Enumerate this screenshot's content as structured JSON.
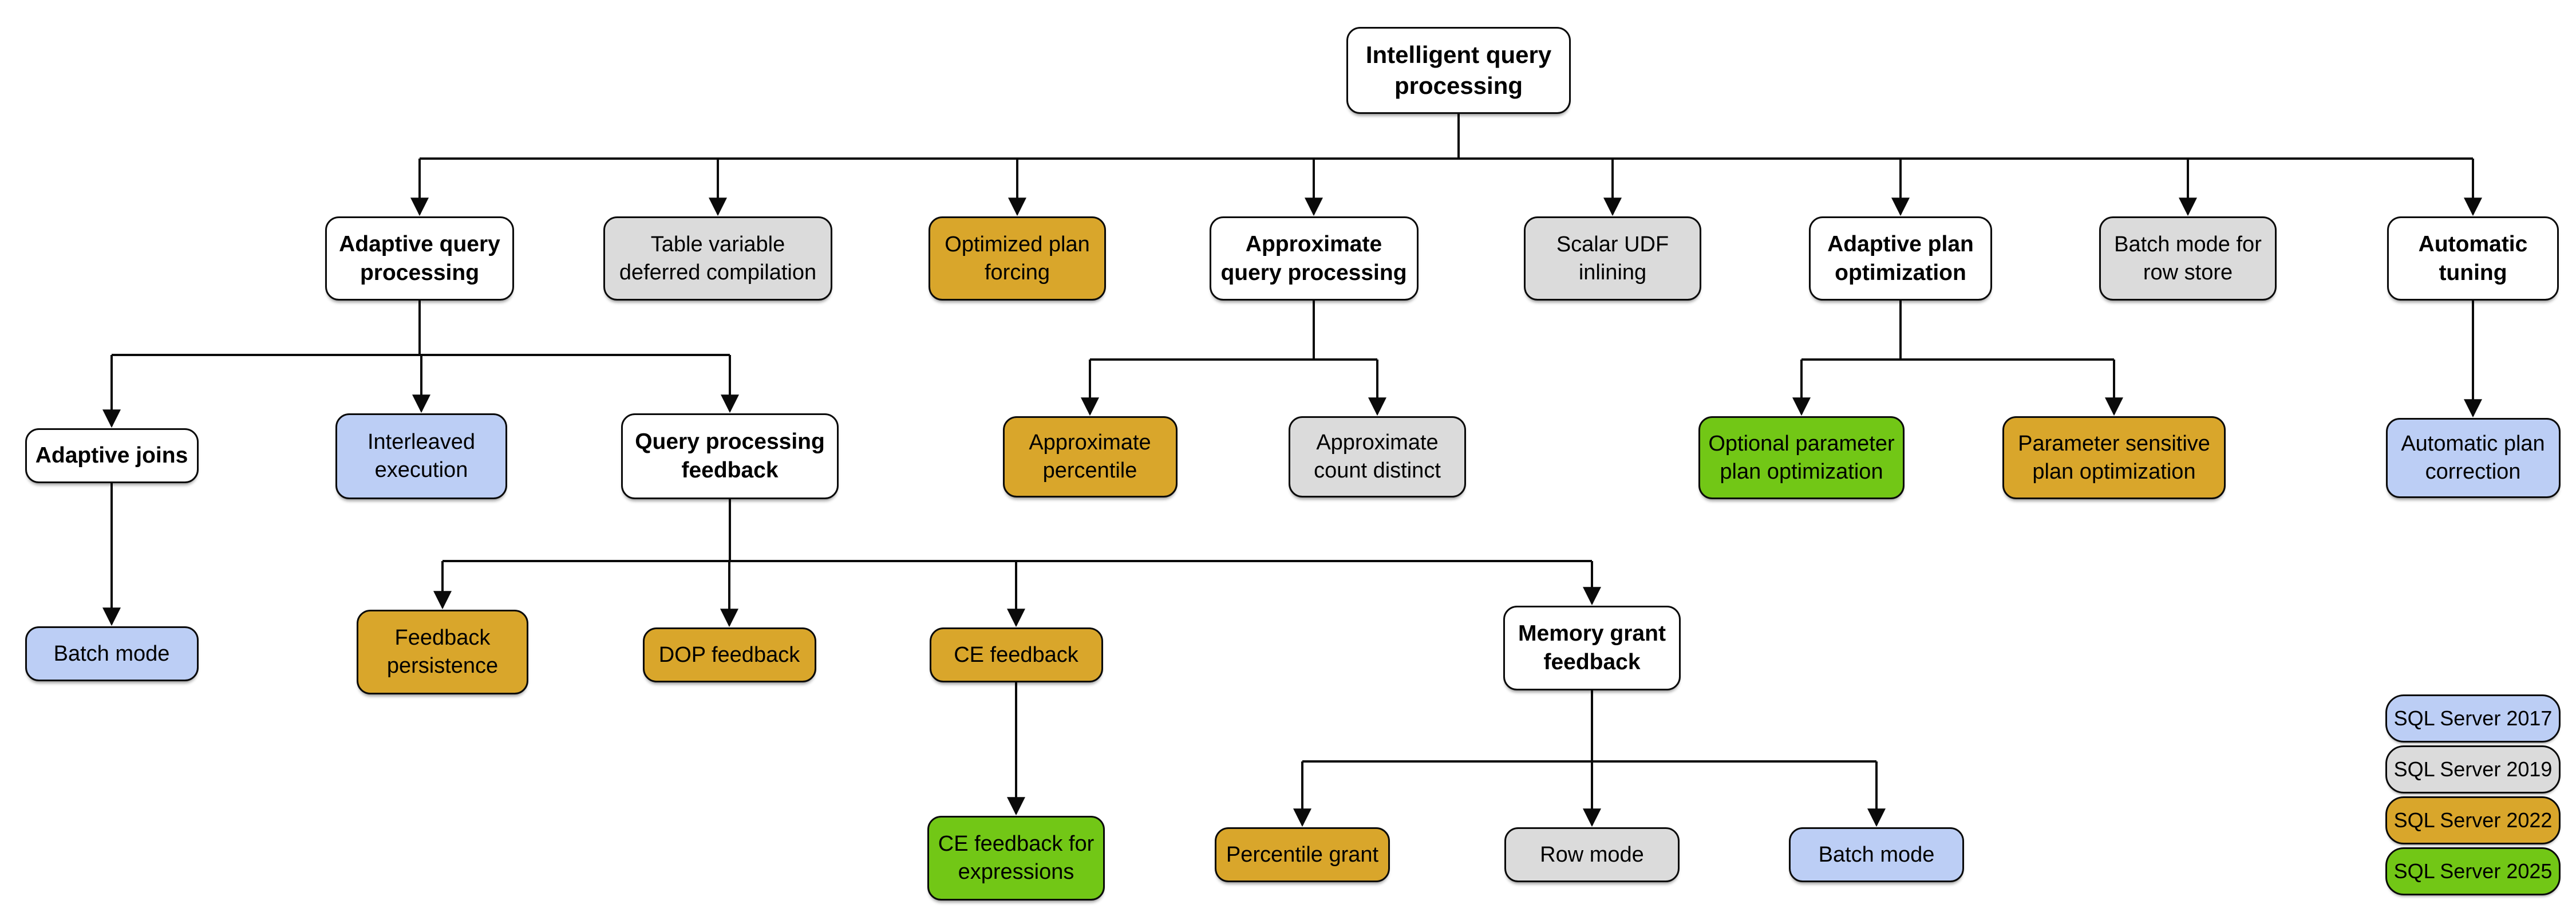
{
  "colors": {
    "neutral": "#FFFFFF",
    "sql2017": "#BCCEF5",
    "sql2019": "#DBDBDB",
    "sql2022": "#D9A62B",
    "sql2025": "#72C716",
    "line": "#0A0A0A",
    "text": "#000000"
  },
  "diagram": {
    "nodes": [
      {
        "id": "iqp",
        "label": "Intelligent query processing",
        "version": "neutral",
        "parent": null
      },
      {
        "id": "aqp",
        "label": "Adaptive query processing",
        "version": "neutral",
        "parent": "iqp"
      },
      {
        "id": "tvdc",
        "label": "Table variable deferred compilation",
        "version": "sql2019",
        "parent": "iqp"
      },
      {
        "id": "opf",
        "label": "Optimized plan forcing",
        "version": "sql2022",
        "parent": "iqp"
      },
      {
        "id": "axqp",
        "label": "Approximate query processing",
        "version": "neutral",
        "parent": "iqp"
      },
      {
        "id": "sui",
        "label": "Scalar UDF inlining",
        "version": "sql2019",
        "parent": "iqp"
      },
      {
        "id": "apo",
        "label": "Adaptive plan optimization",
        "version": "neutral",
        "parent": "iqp"
      },
      {
        "id": "bmrs",
        "label": "Batch mode for row store",
        "version": "sql2019",
        "parent": "iqp"
      },
      {
        "id": "at",
        "label": "Automatic tuning",
        "version": "neutral",
        "parent": "iqp"
      },
      {
        "id": "aj",
        "label": "Adaptive joins",
        "version": "neutral",
        "parent": "aqp"
      },
      {
        "id": "ie",
        "label": "Interleaved execution",
        "version": "sql2017",
        "parent": "aqp"
      },
      {
        "id": "qpf",
        "label": "Query processing feedback",
        "version": "neutral",
        "parent": "aqp"
      },
      {
        "id": "ap",
        "label": "Approximate percentile",
        "version": "sql2022",
        "parent": "axqp"
      },
      {
        "id": "acd",
        "label": "Approximate count distinct",
        "version": "sql2019",
        "parent": "axqp"
      },
      {
        "id": "oppo",
        "label": "Optional parameter plan optimization",
        "version": "sql2025",
        "parent": "apo"
      },
      {
        "id": "pspo",
        "label": "Parameter sensitive plan optimization",
        "version": "sql2022",
        "parent": "apo"
      },
      {
        "id": "apc",
        "label": "Automatic plan correction",
        "version": "sql2017",
        "parent": "at"
      },
      {
        "id": "bm1",
        "label": "Batch mode",
        "version": "sql2017",
        "parent": "aj"
      },
      {
        "id": "fp",
        "label": "Feedback persistence",
        "version": "sql2022",
        "parent": "qpf"
      },
      {
        "id": "dop",
        "label": "DOP feedback",
        "version": "sql2022",
        "parent": "qpf"
      },
      {
        "id": "cef",
        "label": "CE feedback",
        "version": "sql2022",
        "parent": "qpf"
      },
      {
        "id": "mgf",
        "label": "Memory grant feedback",
        "version": "neutral",
        "parent": "qpf"
      },
      {
        "id": "cefe",
        "label": "CE feedback for expressions",
        "version": "sql2025",
        "parent": "cef"
      },
      {
        "id": "pg",
        "label": "Percentile grant",
        "version": "sql2022",
        "parent": "mgf"
      },
      {
        "id": "rm",
        "label": "Row mode",
        "version": "sql2019",
        "parent": "mgf"
      },
      {
        "id": "bm2",
        "label": "Batch mode",
        "version": "sql2017",
        "parent": "mgf"
      }
    ]
  },
  "legend": {
    "items": [
      {
        "label": "SQL Server 2017",
        "version": "sql2017"
      },
      {
        "label": "SQL Server 2019",
        "version": "sql2019"
      },
      {
        "label": "SQL Server 2022",
        "version": "sql2022"
      },
      {
        "label": "SQL Server 2025",
        "version": "sql2025"
      }
    ]
  }
}
